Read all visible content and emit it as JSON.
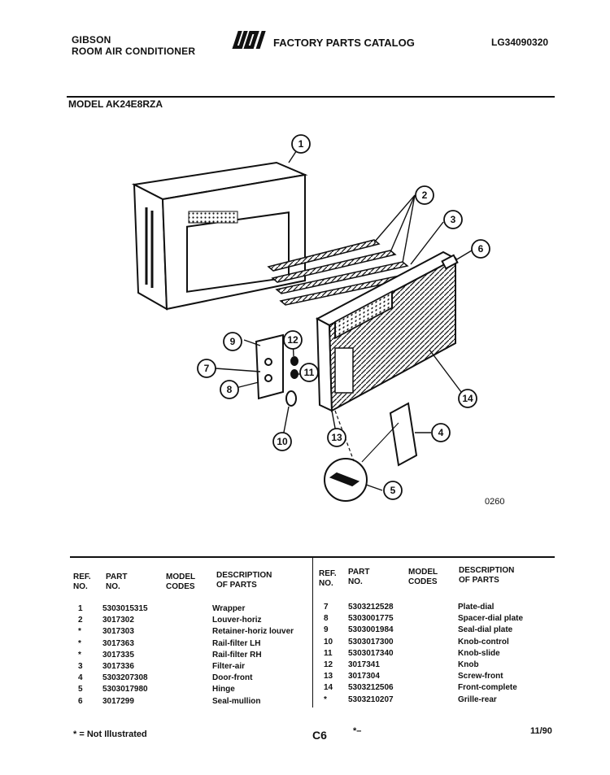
{
  "header": {
    "brand_line1": "GIBSON",
    "brand_line2": "ROOM AIR CONDITIONER",
    "logo_text": "WCI",
    "catalog_title": "FACTORY PARTS CATALOG",
    "catalog_code": "LG34090320"
  },
  "model": "MODEL AK24E8RZA",
  "diagram": {
    "callouts": [
      "1",
      "2",
      "3",
      "4",
      "5",
      "6",
      "7",
      "8",
      "9",
      "10",
      "11",
      "12",
      "13",
      "14"
    ],
    "figure_code": "0260"
  },
  "table": {
    "headers": {
      "ref": "REF.\nNO.",
      "part": "PART\nNO.",
      "model": "MODEL\nCODES",
      "desc": "DESCRIPTION\nOF PARTS"
    },
    "left_rows": [
      {
        "ref": "1",
        "part": "5303015315",
        "desc": "Wrapper"
      },
      {
        "ref": "2",
        "part": "3017302",
        "desc": "Louver-horiz"
      },
      {
        "ref": "*",
        "part": "3017303",
        "desc": "Retainer-horiz louver"
      },
      {
        "ref": "*",
        "part": "3017363",
        "desc": "Rail-filter LH"
      },
      {
        "ref": "*",
        "part": "3017335",
        "desc": "Rail-filter RH"
      },
      {
        "ref": "3",
        "part": "3017336",
        "desc": "Filter-air"
      },
      {
        "ref": "4",
        "part": "5303207308",
        "desc": "Door-front"
      },
      {
        "ref": "5",
        "part": "5303017980",
        "desc": "Hinge"
      },
      {
        "ref": "6",
        "part": "3017299",
        "desc": "Seal-mullion"
      }
    ],
    "right_rows": [
      {
        "ref": "7",
        "part": "5303212528",
        "desc": "Plate-dial"
      },
      {
        "ref": "8",
        "part": "5303001775",
        "desc": "Spacer-dial plate"
      },
      {
        "ref": "9",
        "part": "5303001984",
        "desc": "Seal-dial plate"
      },
      {
        "ref": "10",
        "part": "5303017300",
        "desc": "Knob-control"
      },
      {
        "ref": "11",
        "part": "5303017340",
        "desc": "Knob-slide"
      },
      {
        "ref": "12",
        "part": "3017341",
        "desc": "Knob"
      },
      {
        "ref": "13",
        "part": "3017304",
        "desc": "Screw-front"
      },
      {
        "ref": "14",
        "part": "5303212506",
        "desc": "Front-complete"
      },
      {
        "ref": "*",
        "part": "5303210207",
        "desc": "Grille-rear"
      }
    ]
  },
  "footer": {
    "note": "* = Not Illustrated",
    "page": "C6",
    "mark": "*–",
    "date": "11/90"
  }
}
